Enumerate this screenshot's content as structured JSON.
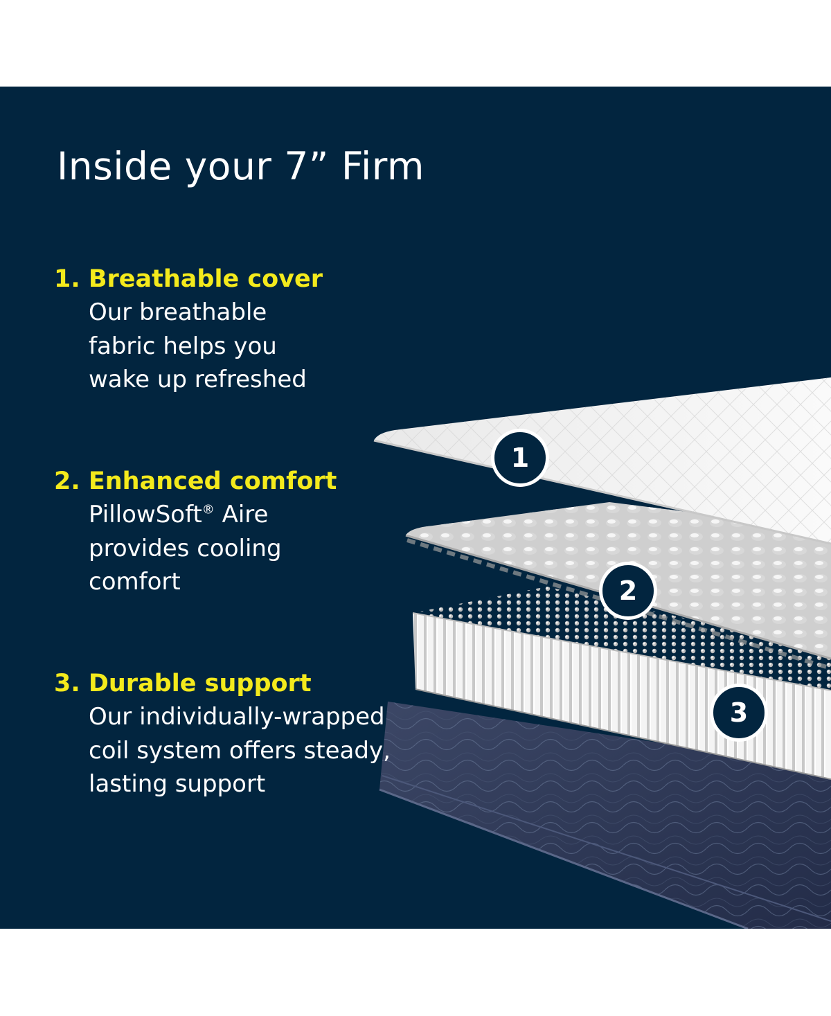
{
  "title": "Inside your 7” Firm",
  "features": [
    {
      "number": "1",
      "heading": "1. Breathable cover",
      "body_lines": [
        "Our breathable",
        "fabric helps you",
        "wake up refreshed"
      ]
    },
    {
      "number": "2",
      "heading": "2. Enhanced comfort",
      "body_lines": [
        "PillowSoft",
        "provides cooling",
        "comfort"
      ],
      "registered_mark": "®",
      "body_line1_suffix": " Aire"
    },
    {
      "number": "3",
      "heading": "3. Durable support",
      "body_lines": [
        "Our individually-wrapped",
        "coil system offers steady,",
        "lasting support"
      ]
    }
  ],
  "colors": {
    "background": "#02253f",
    "accent": "#f4ea1c",
    "text": "#ffffff"
  },
  "icons": {
    "layer_badges": "numbered-circle-icon",
    "illustration": "mattress-layers-illustration"
  }
}
